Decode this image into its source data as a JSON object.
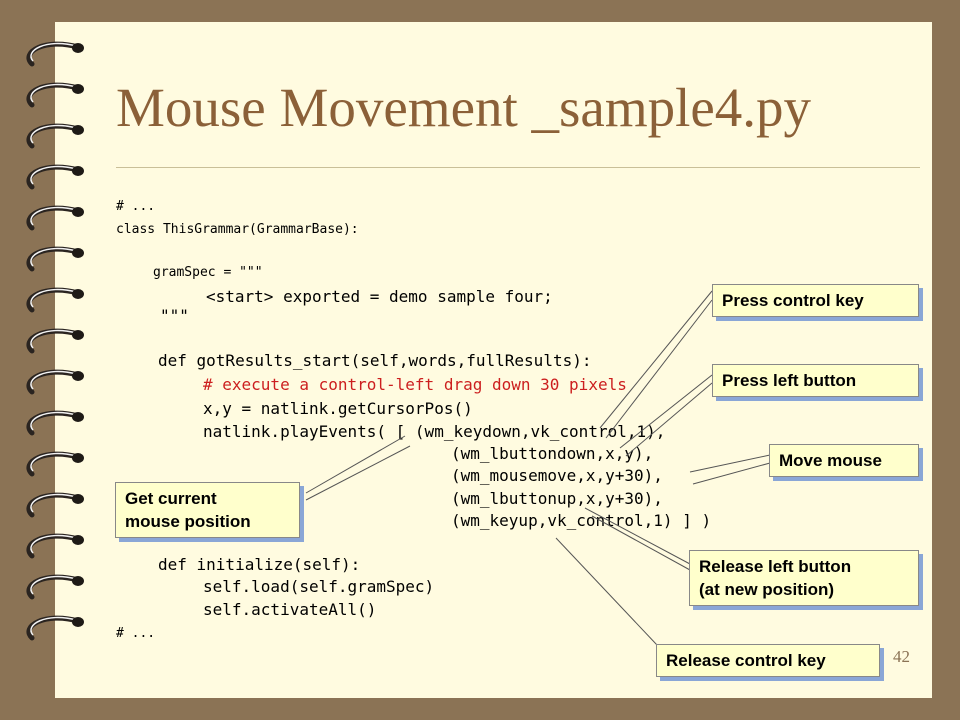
{
  "title": "Mouse Movement _sample4.py",
  "code": {
    "line1": "# ...",
    "line2": "class ThisGrammar(GrammarBase):",
    "line3": "gramSpec = \"\"\"",
    "line4": "<start> exported = demo sample four;",
    "line5": "\"\"\"",
    "line6": "def gotResults_start(self,words,fullResults):",
    "line7": "# execute a control-left drag down 30 pixels",
    "line8": "x,y = natlink.getCursorPos()",
    "line9": "natlink.playEvents( [ (wm_keydown,vk_control,1),",
    "line10": "(wm_lbuttondown,x,y),",
    "line11": "(wm_mousemove,x,y+30),",
    "line12": "(wm_lbuttonup,x,y+30),",
    "line13": "(wm_keyup,vk_control,1) ] )",
    "line14": "def initialize(self):",
    "line15": "self.load(self.gramSpec)",
    "line16": "self.activateAll()",
    "line17": "# ..."
  },
  "callouts": {
    "press_control_key": "Press control key",
    "press_left_button": "Press left button",
    "move_mouse": "Move mouse",
    "get_position_line1": "Get current",
    "get_position_line2": "mouse position",
    "release_left_line1": "Release left button",
    "release_left_line2": "(at new position)",
    "release_control_key": "Release control key"
  },
  "page_number": "42",
  "colors": {
    "background": "#8b7355",
    "paper": "#fffbe0",
    "title": "#8b6038",
    "comment": "#cc1f1f",
    "callout_fill": "#ffffcc",
    "callout_shadow": "#8aa6d6"
  }
}
